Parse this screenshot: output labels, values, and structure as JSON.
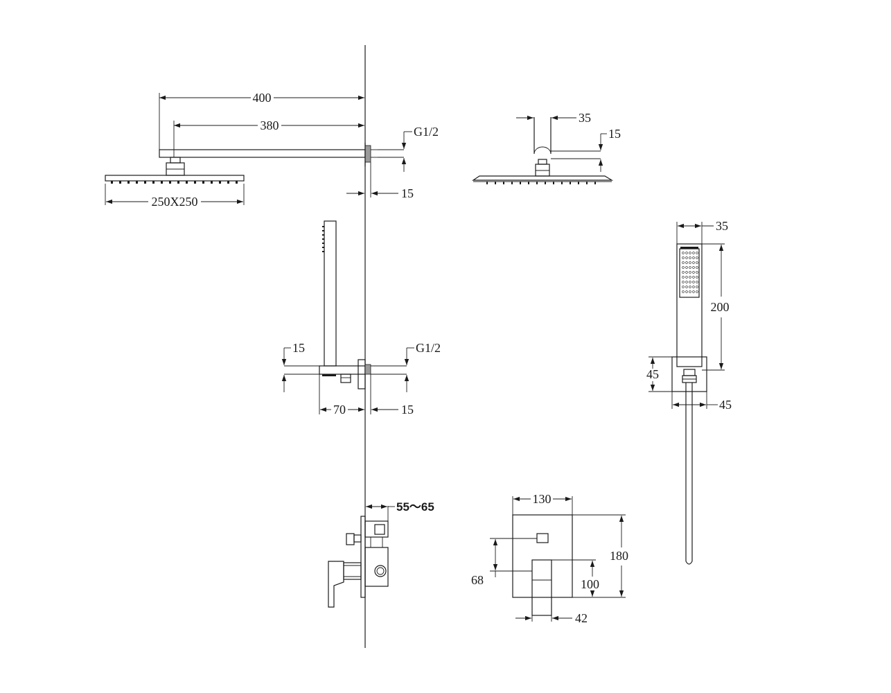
{
  "labels": {
    "arm_length_outer": "400",
    "arm_length_inner": "380",
    "thread_top": "G1/2",
    "wall_flange_top": "15",
    "head_size": "250X250",
    "head_arm_width": "35",
    "head_thickness": "15",
    "handset_width": "35",
    "handset_length": "200",
    "holder_height": "45",
    "holder_width": "45",
    "riser_offset": "15",
    "thread_mid": "G1/2",
    "outlet_depth": "70",
    "wall_flange_mid": "15",
    "install_depth": "55～65",
    "valve_width": "130",
    "valve_height": "180",
    "lever_height": "100",
    "lever_offset": "68",
    "lever_width": "42"
  }
}
